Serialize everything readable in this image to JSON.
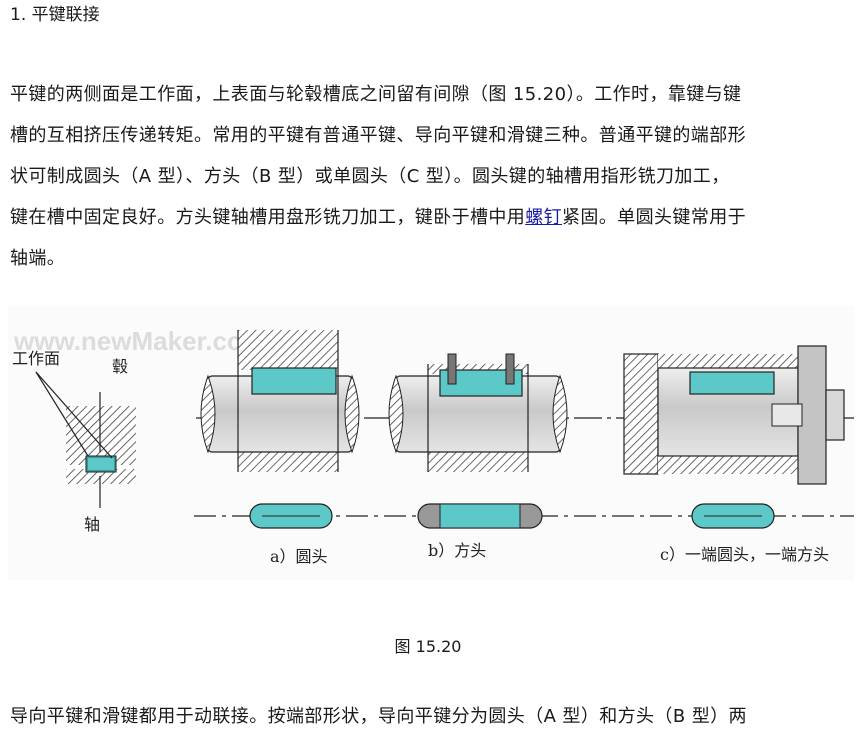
{
  "heading": "1.  平键联接",
  "paragraph1": {
    "line1": "平键的两侧面是工作面，上表面与轮毂槽底之间留有间隙（图 15.20）。工作时，靠键与键",
    "line2": "槽的互相挤压传递转矩。常用的平键有普通平键、导向平键和滑键三种。普通平键的端部形",
    "line3": "状可制成圆头（A 型）、方头（B 型）或单圆头（C 型）。圆头键的轴槽用指形铣刀加工，",
    "line4_before": "键在槽中固定良好。方头键轴槽用盘形铣刀加工，键卧于槽中用",
    "line4_link": "螺钉",
    "line4_after": "紧固。单圆头键常用于",
    "line5": "轴端。"
  },
  "figure": {
    "watermark": "www.newMaker.com",
    "label_working_face": "工作面",
    "label_hub": "毂",
    "label_shaft": "轴",
    "label_a": "a）圆头",
    "label_b": "b）方头",
    "label_c": "c）一端圆头，一端方头",
    "colors": {
      "key": "#5cc8c8",
      "shaft": "#d4d4d4",
      "hatch": "#444444",
      "end_gray": "#999999"
    }
  },
  "caption": "图 15.20",
  "paragraph2": {
    "line1": "导向平键和滑键都用于动联接。按端部形状，导向平键分为圆头（A 型）和方头（B 型）两"
  }
}
